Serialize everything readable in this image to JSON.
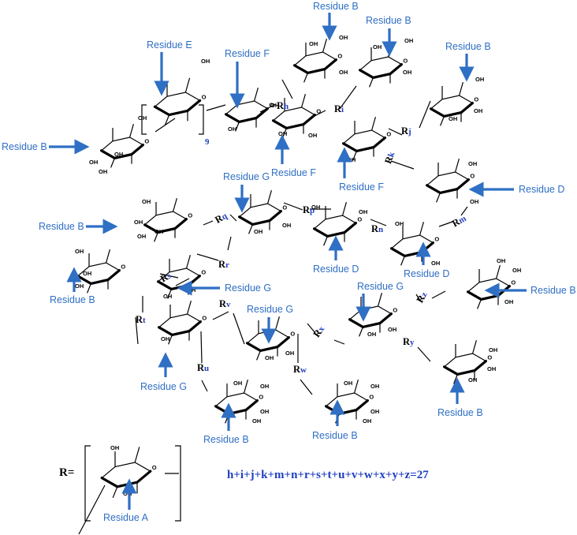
{
  "labels": {
    "residue_a": "Residue A",
    "residue_b": "Residue B",
    "residue_d": "Residue D",
    "residue_e": "Residue E",
    "residue_f": "Residue F",
    "residue_g": "Residue G"
  },
  "subscripts": {
    "h": "h",
    "i": "i",
    "j": "j",
    "k": "k",
    "m": "m",
    "n": "n",
    "p": "p",
    "q": "q",
    "r": "r",
    "s": "s",
    "t": "t",
    "u": "u",
    "v": "v",
    "w": "w",
    "x": "x",
    "y": "y",
    "z": "z"
  },
  "r_letter": "R",
  "repeat_n": "9",
  "ring_o": "O",
  "oh": "OH",
  "definition_lhs": "R=",
  "equation": "h+i+j+k+m+n+r+s+t+u+v+w+x+y+z=27",
  "colors": {
    "label": "#2f6fc4",
    "subscript": "#1f3fbf",
    "structure": "#000000"
  }
}
